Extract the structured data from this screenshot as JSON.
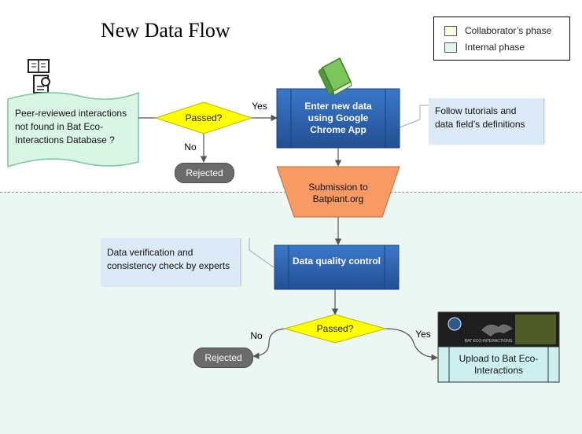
{
  "title": "New Data Flow",
  "legend": {
    "items": [
      {
        "label": "Collaborator’s phase",
        "color": "#fdfde6"
      },
      {
        "label": "Internal phase",
        "color": "#e4f4ee"
      }
    ]
  },
  "nodes": {
    "start": "Peer-reviewed interactions not found in Bat Eco-Interactions Database ?",
    "decision1": "Passed?",
    "yes1": "Yes",
    "no1": "No",
    "rejected1": "Rejected",
    "enter_data": "Enter new data using Google Chrome App",
    "tutorial_note": "Follow tutorials and data field’s definitions",
    "submission": "Submission to Batplant.org",
    "verification_note": "Data verification and consistency check by experts",
    "quality": "Data quality control",
    "decision2": "Passed?",
    "no2": "No",
    "yes2": "Yes",
    "rejected2": "Rejected",
    "upload": "Upload to Bat Eco-Interactions",
    "upload_banner_text": "BAT ECO-INTERACTIONS"
  },
  "colors": {
    "process_blue": "#2e66b5",
    "decision_yellow": "#ffff00",
    "submission_orange": "#f79a63",
    "note_blue": "#dce9f7",
    "start_green": "#d9f5e5",
    "rejected_gray": "#6b6b6b"
  },
  "icons": [
    "book-icon",
    "document-icon",
    "green-book-icon",
    "bat-banner-image"
  ]
}
